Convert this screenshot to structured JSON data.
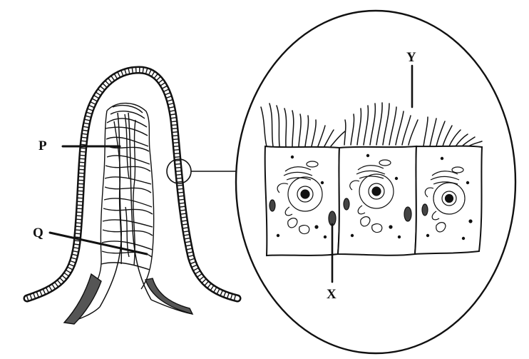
{
  "labels": {
    "p": "P",
    "q": "Q",
    "x": "X",
    "y": "Y"
  },
  "colors": {
    "ink": "#111111",
    "background": "#ffffff"
  }
}
